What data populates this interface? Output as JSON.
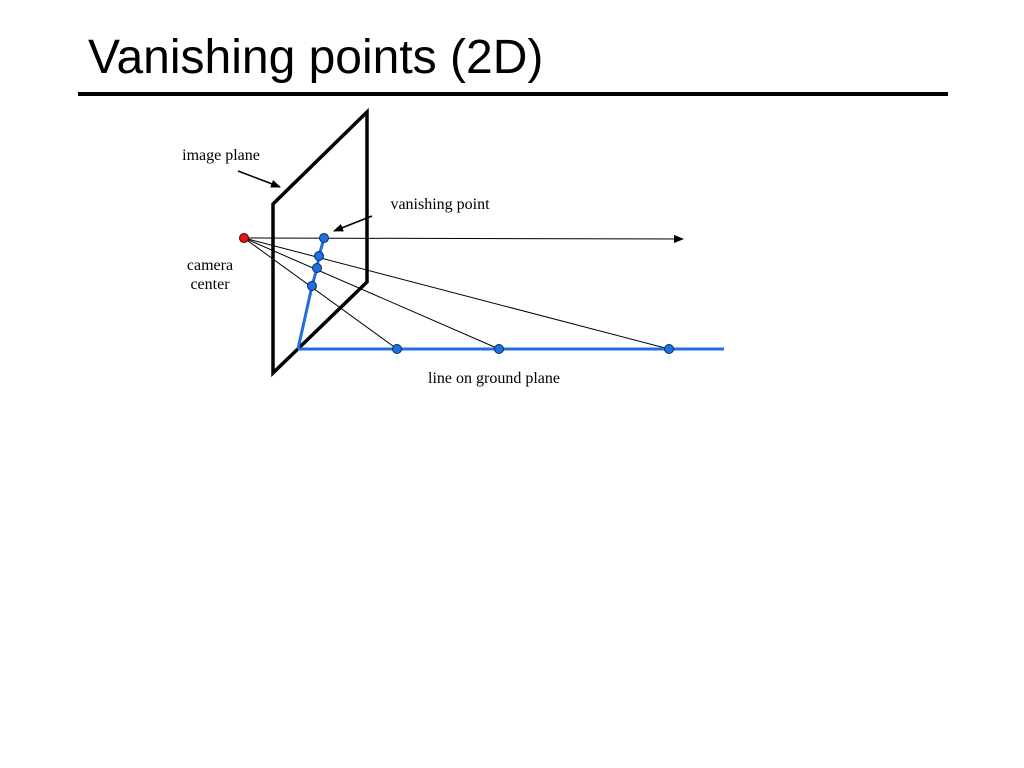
{
  "slide": {
    "title": "Vanishing points (2D)"
  },
  "labels": {
    "image_plane": "image plane",
    "vanishing_point": "vanishing point",
    "camera_center_line1": "camera",
    "camera_center_line2": "center",
    "ground_line": "line on ground plane"
  },
  "colors": {
    "camera_center": "#e0161b",
    "points": "#1e6fe0",
    "ground_line": "#1e6fe0",
    "outline": "#000000"
  }
}
